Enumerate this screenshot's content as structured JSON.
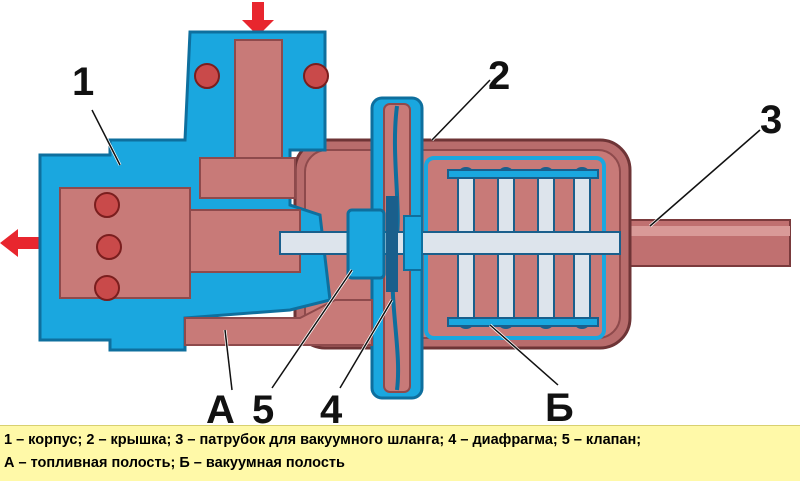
{
  "callouts": {
    "c1": "1",
    "c2": "2",
    "c3": "3",
    "c4": "4",
    "c5": "5",
    "cA": "А",
    "cB": "Б"
  },
  "legend": {
    "line1": "1 – корпус; 2 – крышка; 3 – патрубок для вакуумного шланга; 4 – диафрагма; 5 – клапан;",
    "line2": "А – топливная полость; Б – вакуумная полость"
  },
  "colors": {
    "housing": "#1aa7df",
    "housing_dark": "#0e6f9e",
    "cavity": "#c87a78",
    "cavity_dark": "#8e4a4c",
    "cover": "#c07070",
    "spring": "#dde4ec",
    "arrow": "#e8262e",
    "legend_bg": "#fff9a8"
  },
  "flow_arrows": [
    "in-top",
    "out-left"
  ]
}
